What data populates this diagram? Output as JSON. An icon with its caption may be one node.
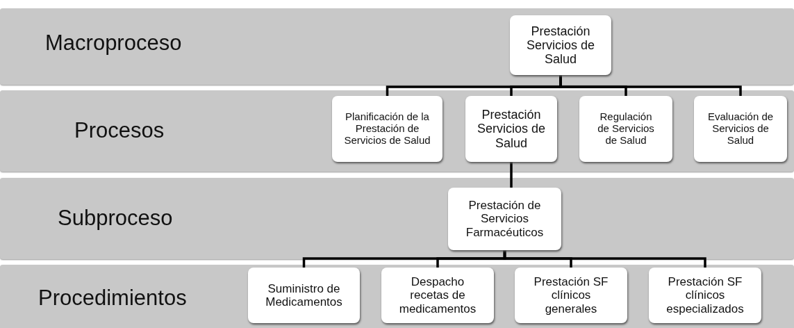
{
  "diagram": {
    "nodes": [
      {
        "text": [
          "Macroproceso"
        ]
      },
      {
        "text": [
          "Prestación Servicios de Salud"
        ],
        "in": 0
      },
      {
        "text": [
          "Procesos"
        ]
      },
      {
        "text": [
          "Planificación de la Prestación de Servicios de Salud"
        ],
        "in": 2
      },
      {
        "text": [
          "Prestación Servicios de Salud"
        ],
        "in": 2
      },
      {
        "text": [
          "Regulación de Servicios de Salud"
        ],
        "in": 2
      },
      {
        "text": [
          "Evaluación de Servicios de Salud"
        ],
        "in": 2
      },
      {
        "text": [
          "Subproceso"
        ]
      },
      {
        "text": [
          "Prestación de Servicios Farmacéuticos"
        ],
        "in": 7
      },
      {
        "text": [
          "Procedimientos"
        ]
      },
      {
        "text": [
          "Suministro de Medicamentos"
        ],
        "in": 9
      },
      {
        "text": [
          "Despacho recetas de medicamentos"
        ],
        "in": 9
      },
      {
        "text": [
          "Prestación SF clínicos generales"
        ],
        "in": 9
      },
      {
        "text": [
          "Prestación SF clínicos especializados"
        ],
        "in": 9
      }
    ],
    "edges": [
      {
        "from": 1,
        "to": 3,
        "arrow": "none"
      },
      {
        "from": 1,
        "to": 4,
        "arrow": "none"
      },
      {
        "from": 1,
        "to": 5,
        "arrow": "none"
      },
      {
        "from": 1,
        "to": 6,
        "arrow": "none"
      },
      {
        "from": 4,
        "to": 8,
        "arrow": "none"
      },
      {
        "from": 8,
        "to": 10,
        "arrow": "none"
      },
      {
        "from": 8,
        "to": 11,
        "arrow": "none"
      },
      {
        "from": 8,
        "to": 12,
        "arrow": "none"
      },
      {
        "from": 8,
        "to": 13,
        "arrow": "none"
      }
    ]
  }
}
